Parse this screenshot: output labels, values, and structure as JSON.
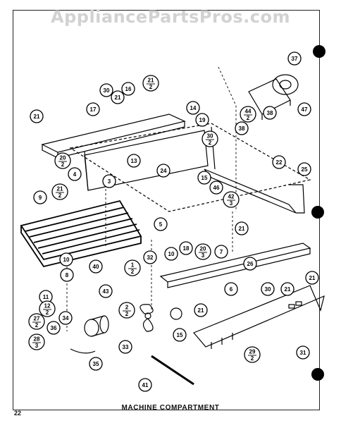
{
  "watermark": "AppliancePartsPros.com",
  "title": "MACHINE COMPARTMENT",
  "page_number": "22",
  "callouts": [
    {
      "label": "37"
    },
    {
      "label": "30"
    },
    {
      "label": "16"
    },
    {
      "label": "21",
      "sub": "2"
    },
    {
      "label": "21"
    },
    {
      "label": "44",
      "sub": "2"
    },
    {
      "label": "38"
    },
    {
      "label": "47"
    },
    {
      "label": "21"
    },
    {
      "label": "17"
    },
    {
      "label": "14"
    },
    {
      "label": "19"
    },
    {
      "label": "30",
      "sub": "2"
    },
    {
      "label": "38"
    },
    {
      "label": "20",
      "sub": "2"
    },
    {
      "label": "4"
    },
    {
      "label": "13"
    },
    {
      "label": "24"
    },
    {
      "label": "15"
    },
    {
      "label": "22"
    },
    {
      "label": "25"
    },
    {
      "label": "21",
      "sub": "2"
    },
    {
      "label": "9"
    },
    {
      "label": "3"
    },
    {
      "label": "46"
    },
    {
      "label": "42",
      "sub": "3"
    },
    {
      "label": "5"
    },
    {
      "label": "21"
    },
    {
      "label": "10"
    },
    {
      "label": "40"
    },
    {
      "label": "1",
      "sub": "2"
    },
    {
      "label": "32"
    },
    {
      "label": "18"
    },
    {
      "label": "20",
      "sub": "3"
    },
    {
      "label": "7"
    },
    {
      "label": "26"
    },
    {
      "label": "10"
    },
    {
      "label": "8"
    },
    {
      "label": "43"
    },
    {
      "label": "6"
    },
    {
      "label": "30"
    },
    {
      "label": "21"
    },
    {
      "label": "21"
    },
    {
      "label": "11"
    },
    {
      "label": "12",
      "sub": "2"
    },
    {
      "label": "2",
      "sub": "2"
    },
    {
      "label": "21"
    },
    {
      "label": "27",
      "sub": "2"
    },
    {
      "label": "34"
    },
    {
      "label": "36"
    },
    {
      "label": "15"
    },
    {
      "label": "28",
      "sub": "3"
    },
    {
      "label": "33"
    },
    {
      "label": "31"
    },
    {
      "label": "35"
    },
    {
      "label": "29",
      "sub": "2"
    },
    {
      "label": "41"
    }
  ]
}
